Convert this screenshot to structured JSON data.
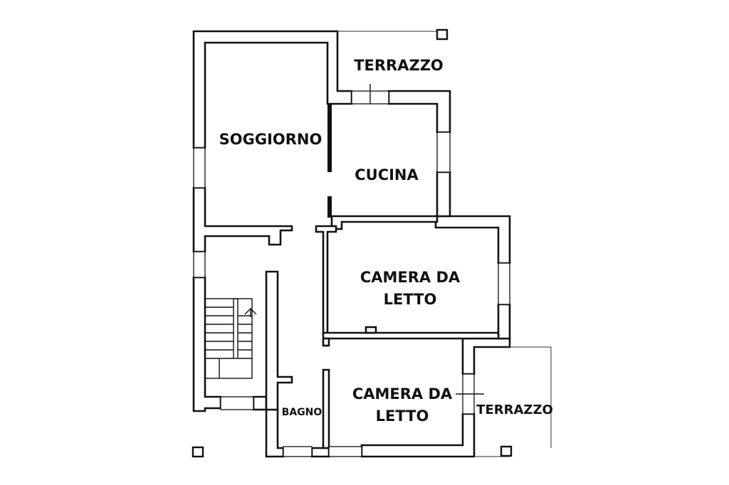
{
  "plan": {
    "rooms": {
      "terrace_top": "TERRAZZO",
      "living": "SOGGIORNO",
      "kitchen": "CUCINA",
      "bedroom_1": "CAMERA DA LETTO",
      "bedroom_1_line1": "CAMERA DA",
      "bedroom_1_line2": "LETTO",
      "bedroom_2_line1": "CAMERA DA",
      "bedroom_2_line2": "LETTO",
      "bathroom": "BAGNO",
      "terrace_right": "TERRAZZO"
    },
    "colors": {
      "wall": "#111111",
      "background": "#ffffff"
    }
  }
}
